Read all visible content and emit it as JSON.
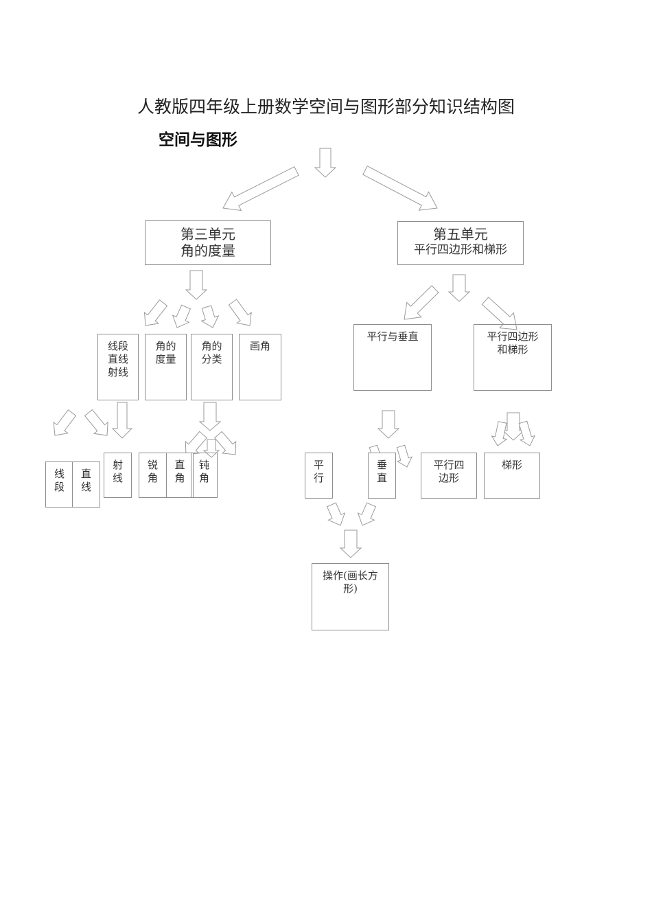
{
  "title": "人教版四年级上册数学空间与图形部分知识结构图",
  "subtitle": "空间与图形",
  "unit3": {
    "line1": "第三单元",
    "line2": "角的度量"
  },
  "unit5": {
    "line1": "第五单元",
    "line2": "平行四边形和梯形"
  },
  "u3": {
    "lines": [
      "线段",
      "直线",
      "射线"
    ],
    "measure": [
      "角的",
      "度量"
    ],
    "classify": [
      "角的",
      "分类"
    ],
    "draw": "画角",
    "segment": [
      "线",
      "段"
    ],
    "line": [
      "直",
      "线"
    ],
    "ray": [
      "射",
      "线"
    ],
    "acute": [
      "锐",
      "角"
    ],
    "right": [
      "直",
      "角"
    ],
    "obtuse": [
      "钝",
      "角"
    ]
  },
  "u5": {
    "pp": "平行与垂直",
    "pt": [
      "平行四边形",
      "和梯形"
    ],
    "parallel": [
      "平",
      "行"
    ],
    "perp": [
      "垂",
      "直"
    ],
    "para": [
      "平行四",
      "边形"
    ],
    "trap": "梯形",
    "op": [
      "操作(画长方",
      "形)"
    ]
  }
}
